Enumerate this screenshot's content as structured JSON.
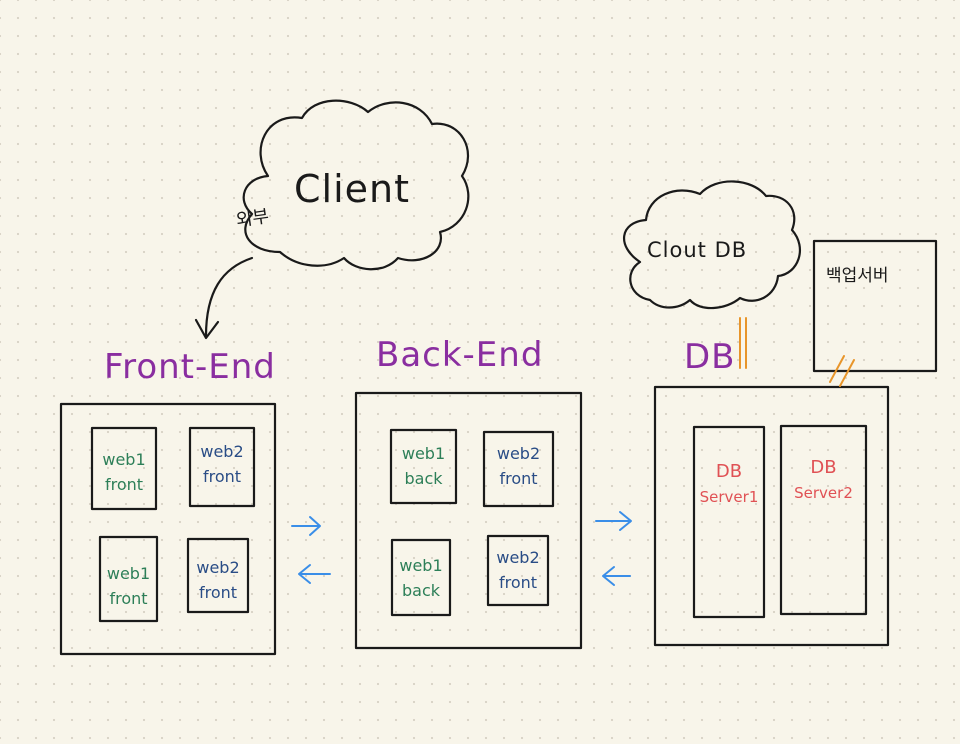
{
  "external": {
    "cloud_label": "Client",
    "side_label": "외부"
  },
  "tiers": [
    {
      "title": "Front-End",
      "servers": [
        {
          "line1": "web1",
          "line2": "front",
          "color": "#2d7f58"
        },
        {
          "line1": "web2",
          "line2": "front",
          "color": "#2a4d86"
        },
        {
          "line1": "web1",
          "line2": "front",
          "color": "#2d7f58"
        },
        {
          "line1": "web2",
          "line2": "front",
          "color": "#2a4d86"
        }
      ]
    },
    {
      "title": "Back-End",
      "servers": [
        {
          "line1": "web1",
          "line2": "back",
          "color": "#2d7f58"
        },
        {
          "line1": "web2",
          "line2": "front",
          "color": "#2a4d86"
        },
        {
          "line1": "web1",
          "line2": "back",
          "color": "#2d7f58"
        },
        {
          "line1": "web2",
          "line2": "front",
          "color": "#2a4d86"
        }
      ]
    },
    {
      "title": "DB",
      "servers": [
        {
          "line1": "DB",
          "line2": "Server1",
          "color": "#e05154"
        },
        {
          "line1": "DB",
          "line2": "Server2",
          "color": "#e05154"
        }
      ]
    }
  ],
  "cloud_db": {
    "label": "Clout DB"
  },
  "backup_server": {
    "label": "백업서버"
  },
  "colors": {
    "outline": "#1a1a1a",
    "title": "#8a2ea0",
    "arrow": "#3a8ee8",
    "sync_marks": "#e8952a"
  }
}
